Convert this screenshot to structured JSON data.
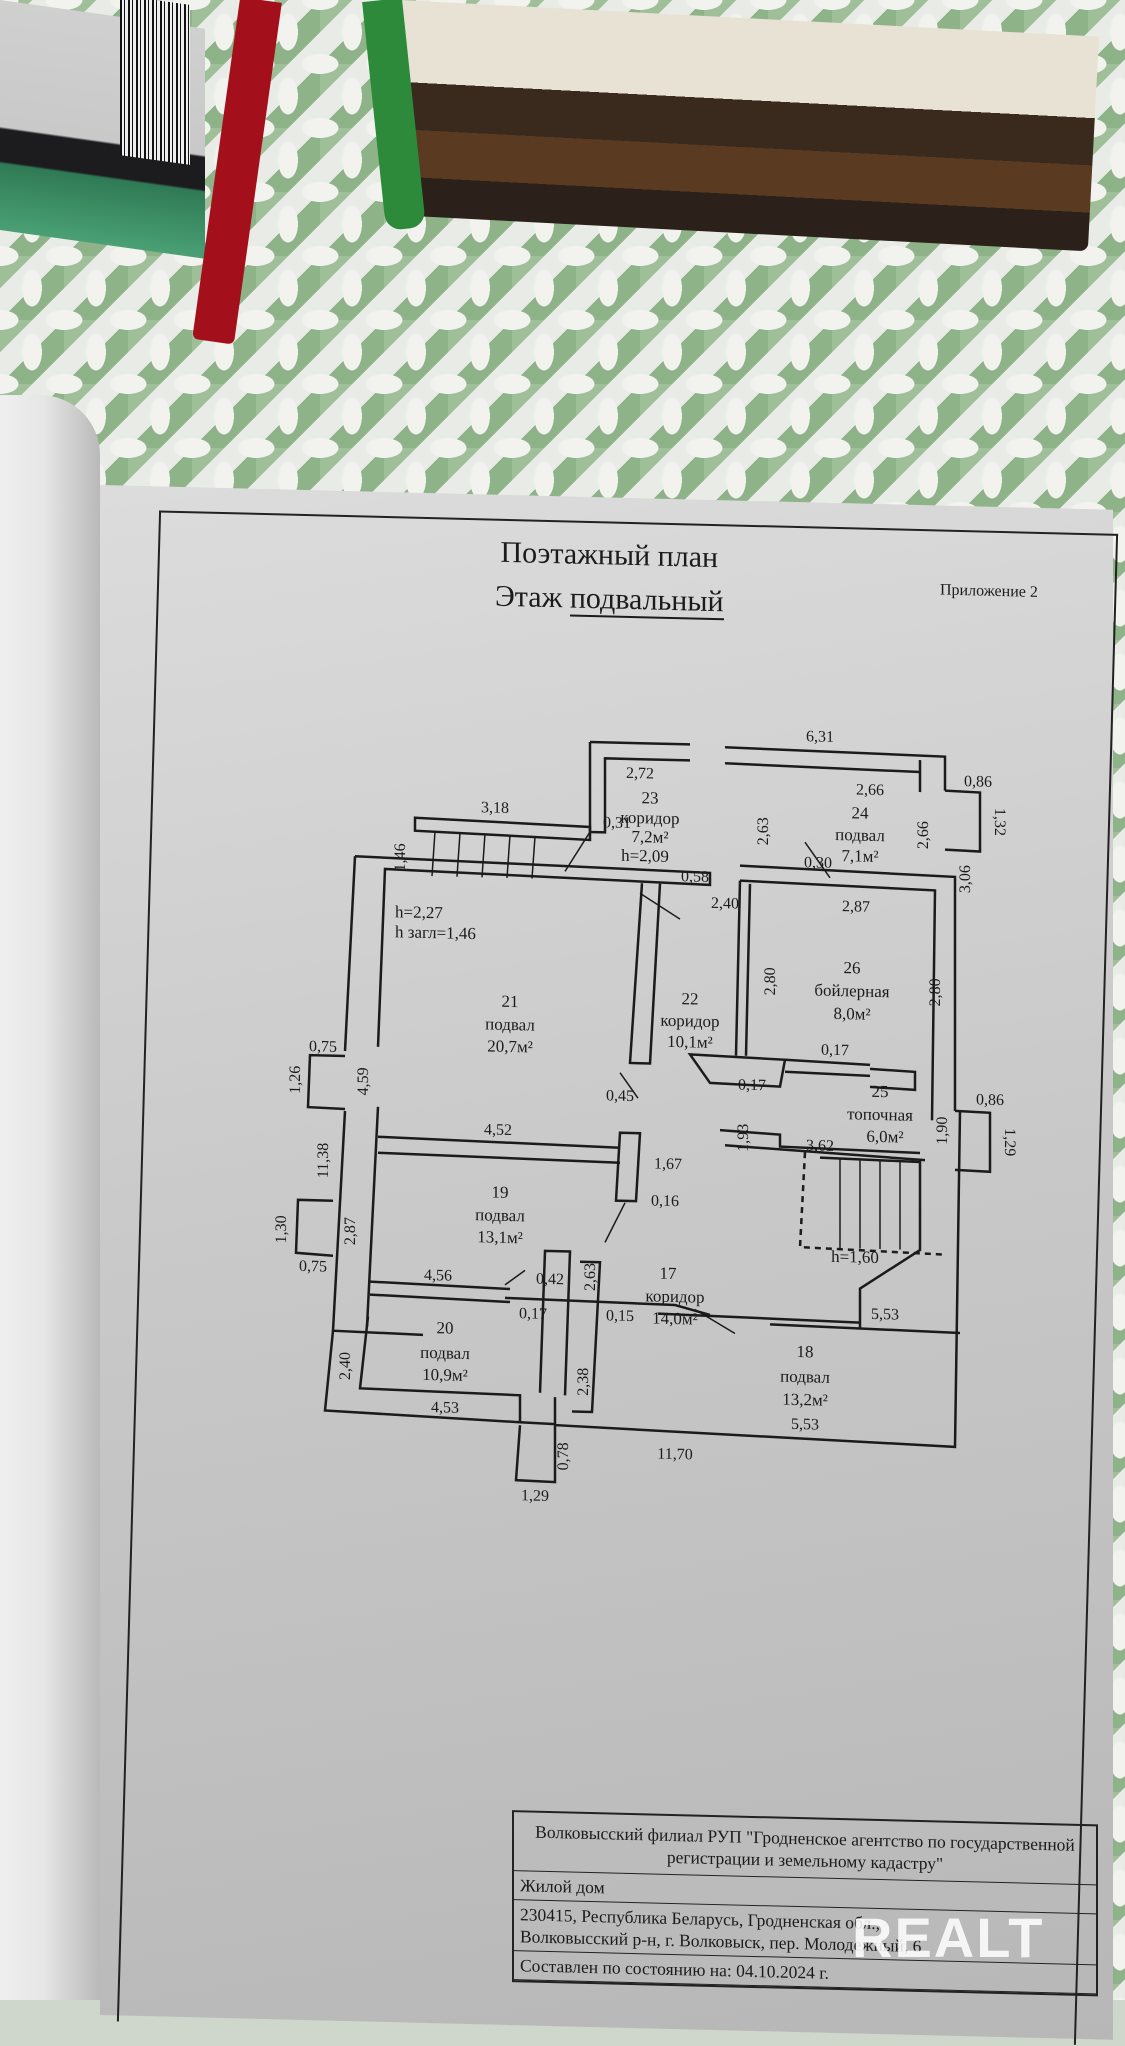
{
  "document": {
    "title_line1": "Поэтажный план",
    "title_line2_prefix": "Этаж ",
    "title_line2_floor": "подвальный",
    "appendix": "Приложение 2"
  },
  "plan": {
    "rooms": [
      {
        "number": "17",
        "name": "коридор",
        "area": "14,0м²"
      },
      {
        "number": "18",
        "name": "подвал",
        "area": "13,2м²"
      },
      {
        "number": "19",
        "name": "подвал",
        "area": "13,1м²"
      },
      {
        "number": "20",
        "name": "подвал",
        "area": "10,9м²"
      },
      {
        "number": "21",
        "name": "подвал",
        "area": "20,7м²"
      },
      {
        "number": "22",
        "name": "коридор",
        "area": "10,1м²"
      },
      {
        "number": "23",
        "name": "коридор",
        "area": "7,2м²"
      },
      {
        "number": "24",
        "name": "подвал",
        "area": "7,1м²"
      },
      {
        "number": "25",
        "name": "топочная",
        "area": "6,0м²"
      },
      {
        "number": "26",
        "name": "бойлерная",
        "area": "8,0м²"
      }
    ],
    "heights": {
      "room21_h": "h=2,27",
      "room21_depth": "h загл=1,46",
      "room23_h": "h=2,09",
      "stair_h": "h=1,60"
    },
    "dimensions": {
      "top_total": "6,31",
      "r23_top": "2,72",
      "r24_top": "2,66",
      "porch_top_w": "3,18",
      "porch_top_h": "1,46",
      "d031": "0,31",
      "r23_side": "2,63",
      "r24_side": "2,66",
      "win24_w": "0,86",
      "win24_h": "1,32",
      "r24_wall": "3,06",
      "d030": "0,30",
      "d058": "0,58",
      "d240": "2,40",
      "r26_top": "2,87",
      "r26_left": "2,80",
      "r26_right": "2,80",
      "d017a": "0,17",
      "d017b": "0,17",
      "win25_w": "0,86",
      "win25_h": "1,29",
      "r25_side": "1,90",
      "r25_small": "1,93",
      "r25_bottom": "3,62",
      "win21_w": "0,75",
      "win21_h": "1,26",
      "r21_side": "4,59",
      "d045": "0,45",
      "left_total": "11,38",
      "r19_top": "4,52",
      "d167": "1,67",
      "d016": "0,16",
      "win19_h": "1,30",
      "win19_w": "0,75",
      "r19_side": "2,87",
      "d042": "0,42",
      "r17_side": "2,63",
      "r20_top": "4,56",
      "d017c": "0,17",
      "d015": "0,15",
      "r18_top": "5,53",
      "r20_side": "2,40",
      "r18_side": "2,38",
      "r20_bottom": "4,53",
      "r18_bottom": "5,53",
      "entry_h": "0,78",
      "entry_w": "1,29",
      "bottom_total": "11,70"
    }
  },
  "titleblock": {
    "organization": "Волковысский филиал РУП \"Гродненское агентство по государственной регистрации и земельному кадастру\"",
    "object_type": "Жилой дом",
    "address_line1": "230415, Республика Беларусь, Гродненская обл.,",
    "address_line2": "Волковысский р-н, г. Волковыск, пер. Молодежный, 6",
    "compiled": "Составлен по состоянию на: 04.10.2024 г."
  },
  "watermark": "REALT"
}
